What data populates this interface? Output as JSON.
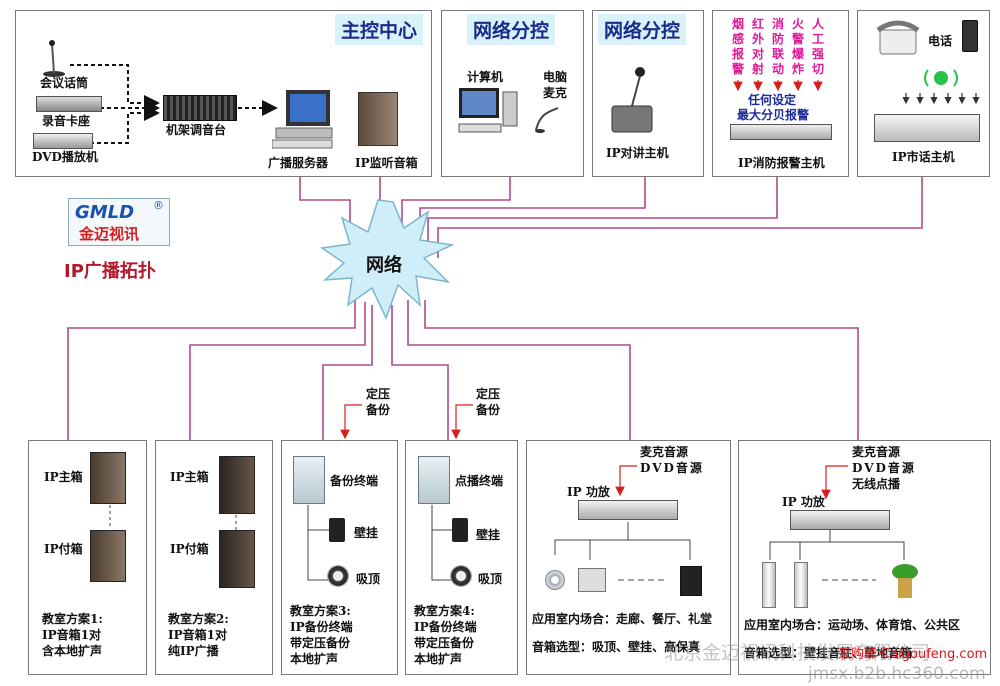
{
  "headers": {
    "master": "主控中心",
    "branch1": "网络分控",
    "branch2": "网络分控"
  },
  "master": {
    "mic": "会议话筒",
    "deck": "录音卡座",
    "dvd": "DVD播放机",
    "mixer": "机架调音台",
    "server": "广播服务器",
    "monitor": "IP监听音箱"
  },
  "branch1": {
    "computer": "计算机",
    "mic_line1": "电脑",
    "mic_line2": "麦克"
  },
  "branch2": {
    "intercom": "IP对讲主机"
  },
  "fire": {
    "cols": [
      "烟感报警",
      "红外对射",
      "消防联动",
      "火警爆炸",
      "人工强切"
    ],
    "set_line1": "任何设定",
    "set_line2": "最大分贝报警",
    "host": "IP消防报警主机"
  },
  "phone": {
    "phone_label": "电话",
    "host": "IP市话主机"
  },
  "network": {
    "label": "网络"
  },
  "logo": {
    "text": "GMLD",
    "registered": "®",
    "chinese": "金迈视讯"
  },
  "title": "IP广播拓扑",
  "backup": {
    "a_line1": "定压",
    "a_line2": "备份",
    "b_line1": "定压",
    "b_line2": "备份"
  },
  "plan1": {
    "main": "IP主箱",
    "sub": "IP付箱",
    "desc": [
      "教室方案1:",
      "IP音箱1对",
      "含本地扩声"
    ]
  },
  "plan2": {
    "main": "IP主箱",
    "sub": "IP付箱",
    "desc": [
      "教室方案2:",
      "IP音箱1对",
      "纯IP广播"
    ]
  },
  "plan3": {
    "terminal": "备份终端",
    "wall": "壁挂",
    "ceiling": "吸顶",
    "desc": [
      "教室方案3:",
      "IP备份终端",
      "带定压备份",
      "本地扩声"
    ]
  },
  "plan4": {
    "terminal": "点播终端",
    "wall": "壁挂",
    "ceiling": "吸顶",
    "desc": [
      "教室方案4:",
      "IP备份终端",
      "带定压备份",
      "本地扩声"
    ]
  },
  "indoor": {
    "src1": "麦克音源",
    "src2": "DVD音源",
    "amp": "IP 功放",
    "scene": "应用室内场合：走廊、餐厅、礼堂",
    "speakers": "音箱选型：吸顶、壁挂、高保真"
  },
  "outdoor": {
    "src1": "麦克音源",
    "src2": "DVD音源",
    "src3": "无线点播",
    "amp": "IP 功放",
    "scene": "应用室内场合：运动场、体育馆、公共区",
    "speakers": "音箱选型：壁挂音柱、草地音箱"
  },
  "watermark": {
    "company": "北京金迈视讯科技发展有限公司",
    "site": "采购蜂 Caigoufeng.com",
    "url": "jmsx.b2b.hc360.com"
  },
  "colors": {
    "line": "#b04a8c",
    "red": "#d81e1e",
    "header_bg": "#d9f1f8",
    "burst": "#cfeef8"
  }
}
